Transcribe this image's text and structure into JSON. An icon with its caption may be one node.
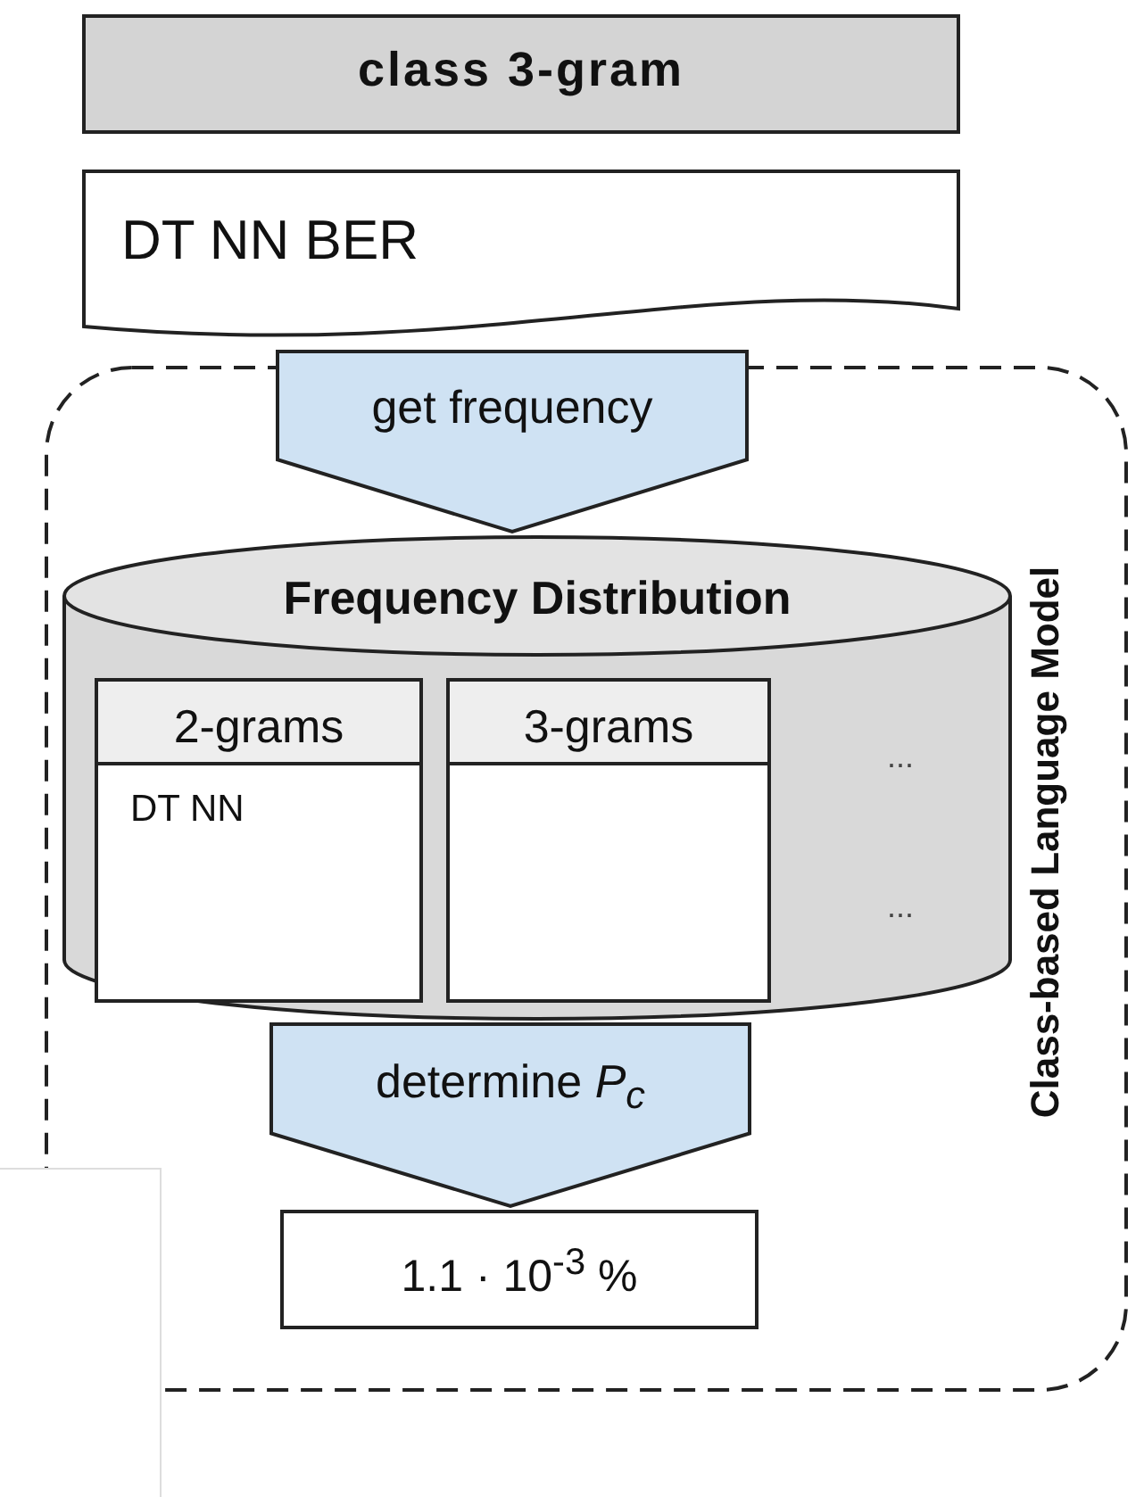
{
  "diagram": {
    "nodes": [
      {
        "text": [
          "class 3-gram"
        ]
      },
      {
        "text": [
          "DT NN BER"
        ]
      },
      {
        "text": [
          "Class-based Language Model"
        ]
      },
      {
        "text": [
          "Frequency Distribution"
        ],
        "in": 2
      },
      {
        "text": [
          "2-grams",
          "DT NN"
        ],
        "in": 3
      },
      {
        "text": [
          "3-grams"
        ],
        "in": 3
      },
      {
        "text": [
          "1.1 · 10$^{-3}$ %"
        ],
        "in": 2
      }
    ],
    "edges": [
      {
        "from": 1,
        "to": 3,
        "arrow": "to",
        "label": "get frequency"
      },
      {
        "from": 3,
        "to": 6,
        "arrow": "to",
        "label": "determine *P*$_{c}$"
      }
    ],
    "labels": [
      "...",
      "..."
    ]
  }
}
